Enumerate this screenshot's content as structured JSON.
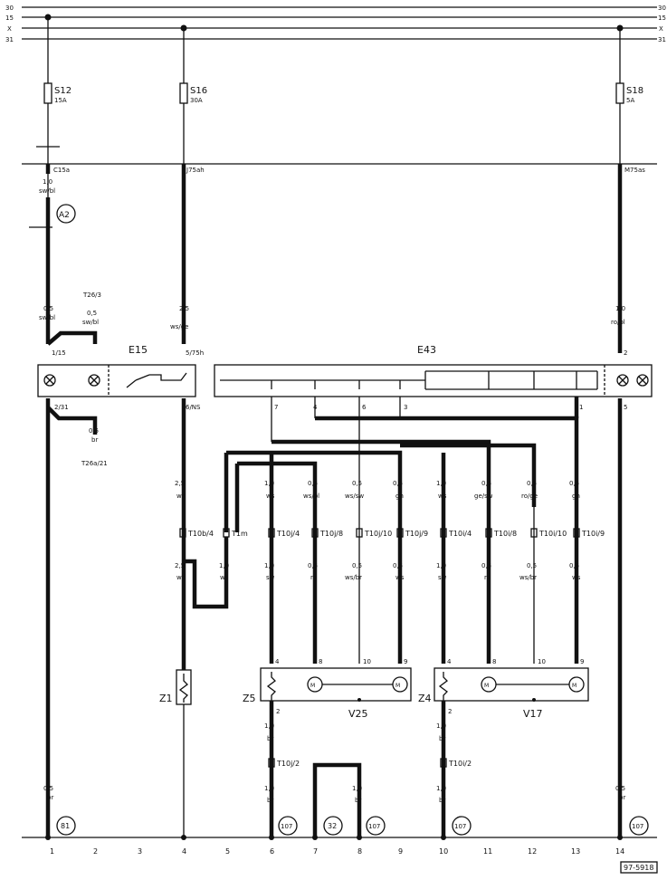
{
  "rails": [
    "30",
    "15",
    "X",
    "31"
  ],
  "fuses": {
    "s12": {
      "name": "S12",
      "rating": "15A"
    },
    "s16": {
      "name": "S16",
      "rating": "30A"
    },
    "s18": {
      "name": "S18",
      "rating": "5A"
    }
  },
  "terminals_top": {
    "c15a": "C15a",
    "j75ah": "J75ah",
    "m75as": "M75as"
  },
  "wires": {
    "w1_top": {
      "size": "1,0",
      "color": "sw/bl"
    },
    "w1_mid": {
      "size": "0,5",
      "color": "sw/bl"
    },
    "w2_t26": {
      "code": "T26/3",
      "size": "0,5",
      "color": "sw/bl"
    },
    "w4_top": {
      "size": "2,5",
      "color": "ws/ge"
    },
    "w14_top": {
      "size": "1,0",
      "color": "ro/bl"
    },
    "w2_br": {
      "size": "0,5",
      "color": "br",
      "code": "T26a/21"
    },
    "w1_bottom": {
      "size": "0,5",
      "color": "br"
    },
    "w14_bottom": {
      "size": "0,5",
      "color": "br"
    }
  },
  "switches": {
    "e15": {
      "name": "E15",
      "pin_in": "1/15",
      "pin_out": "5/75h",
      "pin_ns": "6/NS",
      "pin_ground": "2/31"
    },
    "e43": {
      "name": "E43",
      "pins": [
        "7",
        "4",
        "6",
        "3",
        "1",
        "2",
        "5"
      ]
    }
  },
  "a2": "A2",
  "bus": [
    {
      "size": "2,5",
      "color": "ws",
      "conn": "T10b/4",
      "size2": "2,5",
      "color2": "ws"
    },
    {
      "size": "",
      "color": "",
      "conn": "T1m",
      "size2": "1,0",
      "color2": "ws"
    },
    {
      "size": "1,0",
      "color": "ws",
      "conn": "T10j/4",
      "size2": "1,0",
      "color2": "sw"
    },
    {
      "size": "0,5",
      "color": "ws/bl",
      "conn": "T10j/8",
      "size2": "0,5",
      "color2": "ro"
    },
    {
      "size": "0,5",
      "color": "ws/sw",
      "conn": "T10j/10",
      "size2": "0,5",
      "color2": "ws/br"
    },
    {
      "size": "0,5",
      "color": "gn",
      "conn": "T10j/9",
      "size2": "0,5",
      "color2": "ws"
    },
    {
      "size": "1,0",
      "color": "ws",
      "conn": "T10i/4",
      "size2": "1,0",
      "color2": "sw"
    },
    {
      "size": "0,5",
      "color": "ge/sw",
      "conn": "T10i/8",
      "size2": "0,5",
      "color2": "ro"
    },
    {
      "size": "0,5",
      "color": "ro/ge",
      "conn": "T10i/10",
      "size2": "0,5",
      "color2": "ws/br"
    },
    {
      "size": "0,5",
      "color": "gn",
      "conn": "T10i/9",
      "size2": "0,5",
      "color2": "ws"
    }
  ],
  "components": {
    "z1": "Z1",
    "z5": "Z5",
    "z4": "Z4",
    "v25": "V25",
    "v17": "V17"
  },
  "pin_labels": {
    "p4": "4",
    "p8": "8",
    "p10": "10",
    "p9": "9",
    "p2": "2"
  },
  "lower_wires": {
    "z5_out": {
      "size": "1,0",
      "color": "br",
      "conn": "T10j/2",
      "size2": "1,0",
      "color2": "br"
    },
    "z4_out": {
      "size": "1,0",
      "color": "br",
      "conn": "T10i/2",
      "size2": "1,0",
      "color2": "br"
    },
    "w8": {
      "size": "1,0",
      "color": "br"
    }
  },
  "ground_refs": [
    "81",
    "107",
    "32",
    "107",
    "107",
    "107"
  ],
  "columns": [
    "1",
    "2",
    "3",
    "4",
    "5",
    "6",
    "7",
    "8",
    "9",
    "10",
    "11",
    "12",
    "13",
    "14"
  ],
  "doc_id": "97-5918"
}
